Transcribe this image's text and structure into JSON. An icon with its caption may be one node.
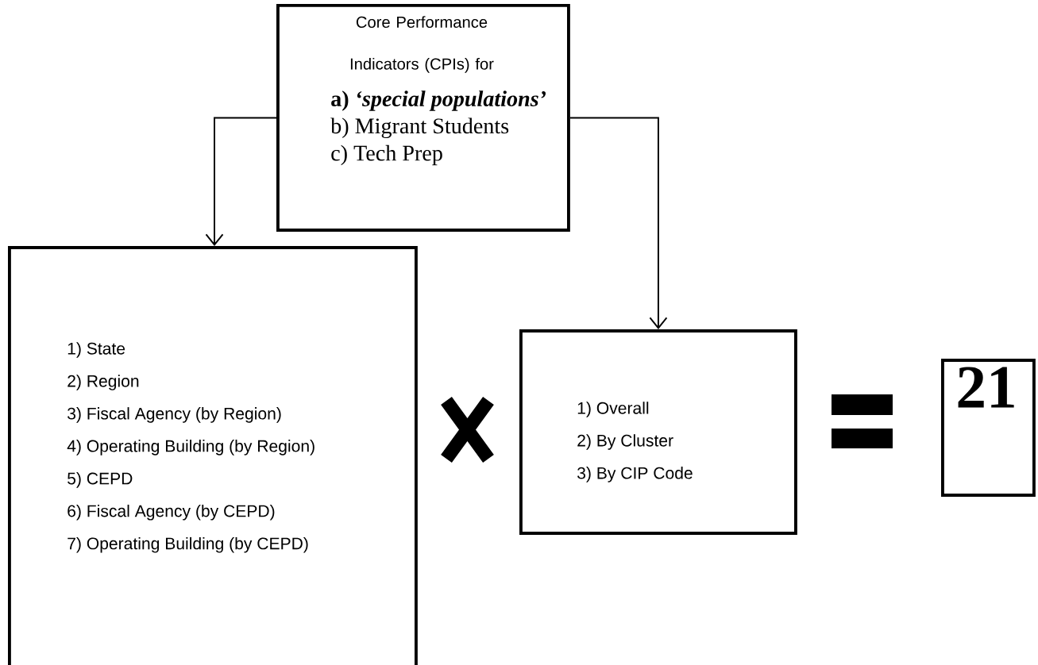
{
  "diagram": {
    "nodes": [
      {
        "text": [
          "Core Performance Indicators (CPIs) for",
          "a) *‘special populations’*",
          "b) Migrant Students",
          "c) Tech Prep"
        ]
      },
      {
        "text": [
          "1) State",
          "2) Region",
          "3) Fiscal Agency (by Region)",
          "4) Operating Building (by Region)",
          "5) CEPD",
          "6) Fiscal Agency (by CEPD)",
          "7) Operating Building (by CEPD)"
        ]
      },
      {
        "text": [
          "1) Overall",
          "2) By Cluster",
          "3) By CIP Code"
        ]
      },
      {
        "text": [
          "21"
        ]
      }
    ],
    "edges": [
      {
        "from": 0,
        "to": 1,
        "arrow": "to"
      },
      {
        "from": 0,
        "to": 2,
        "arrow": "to"
      }
    ]
  }
}
